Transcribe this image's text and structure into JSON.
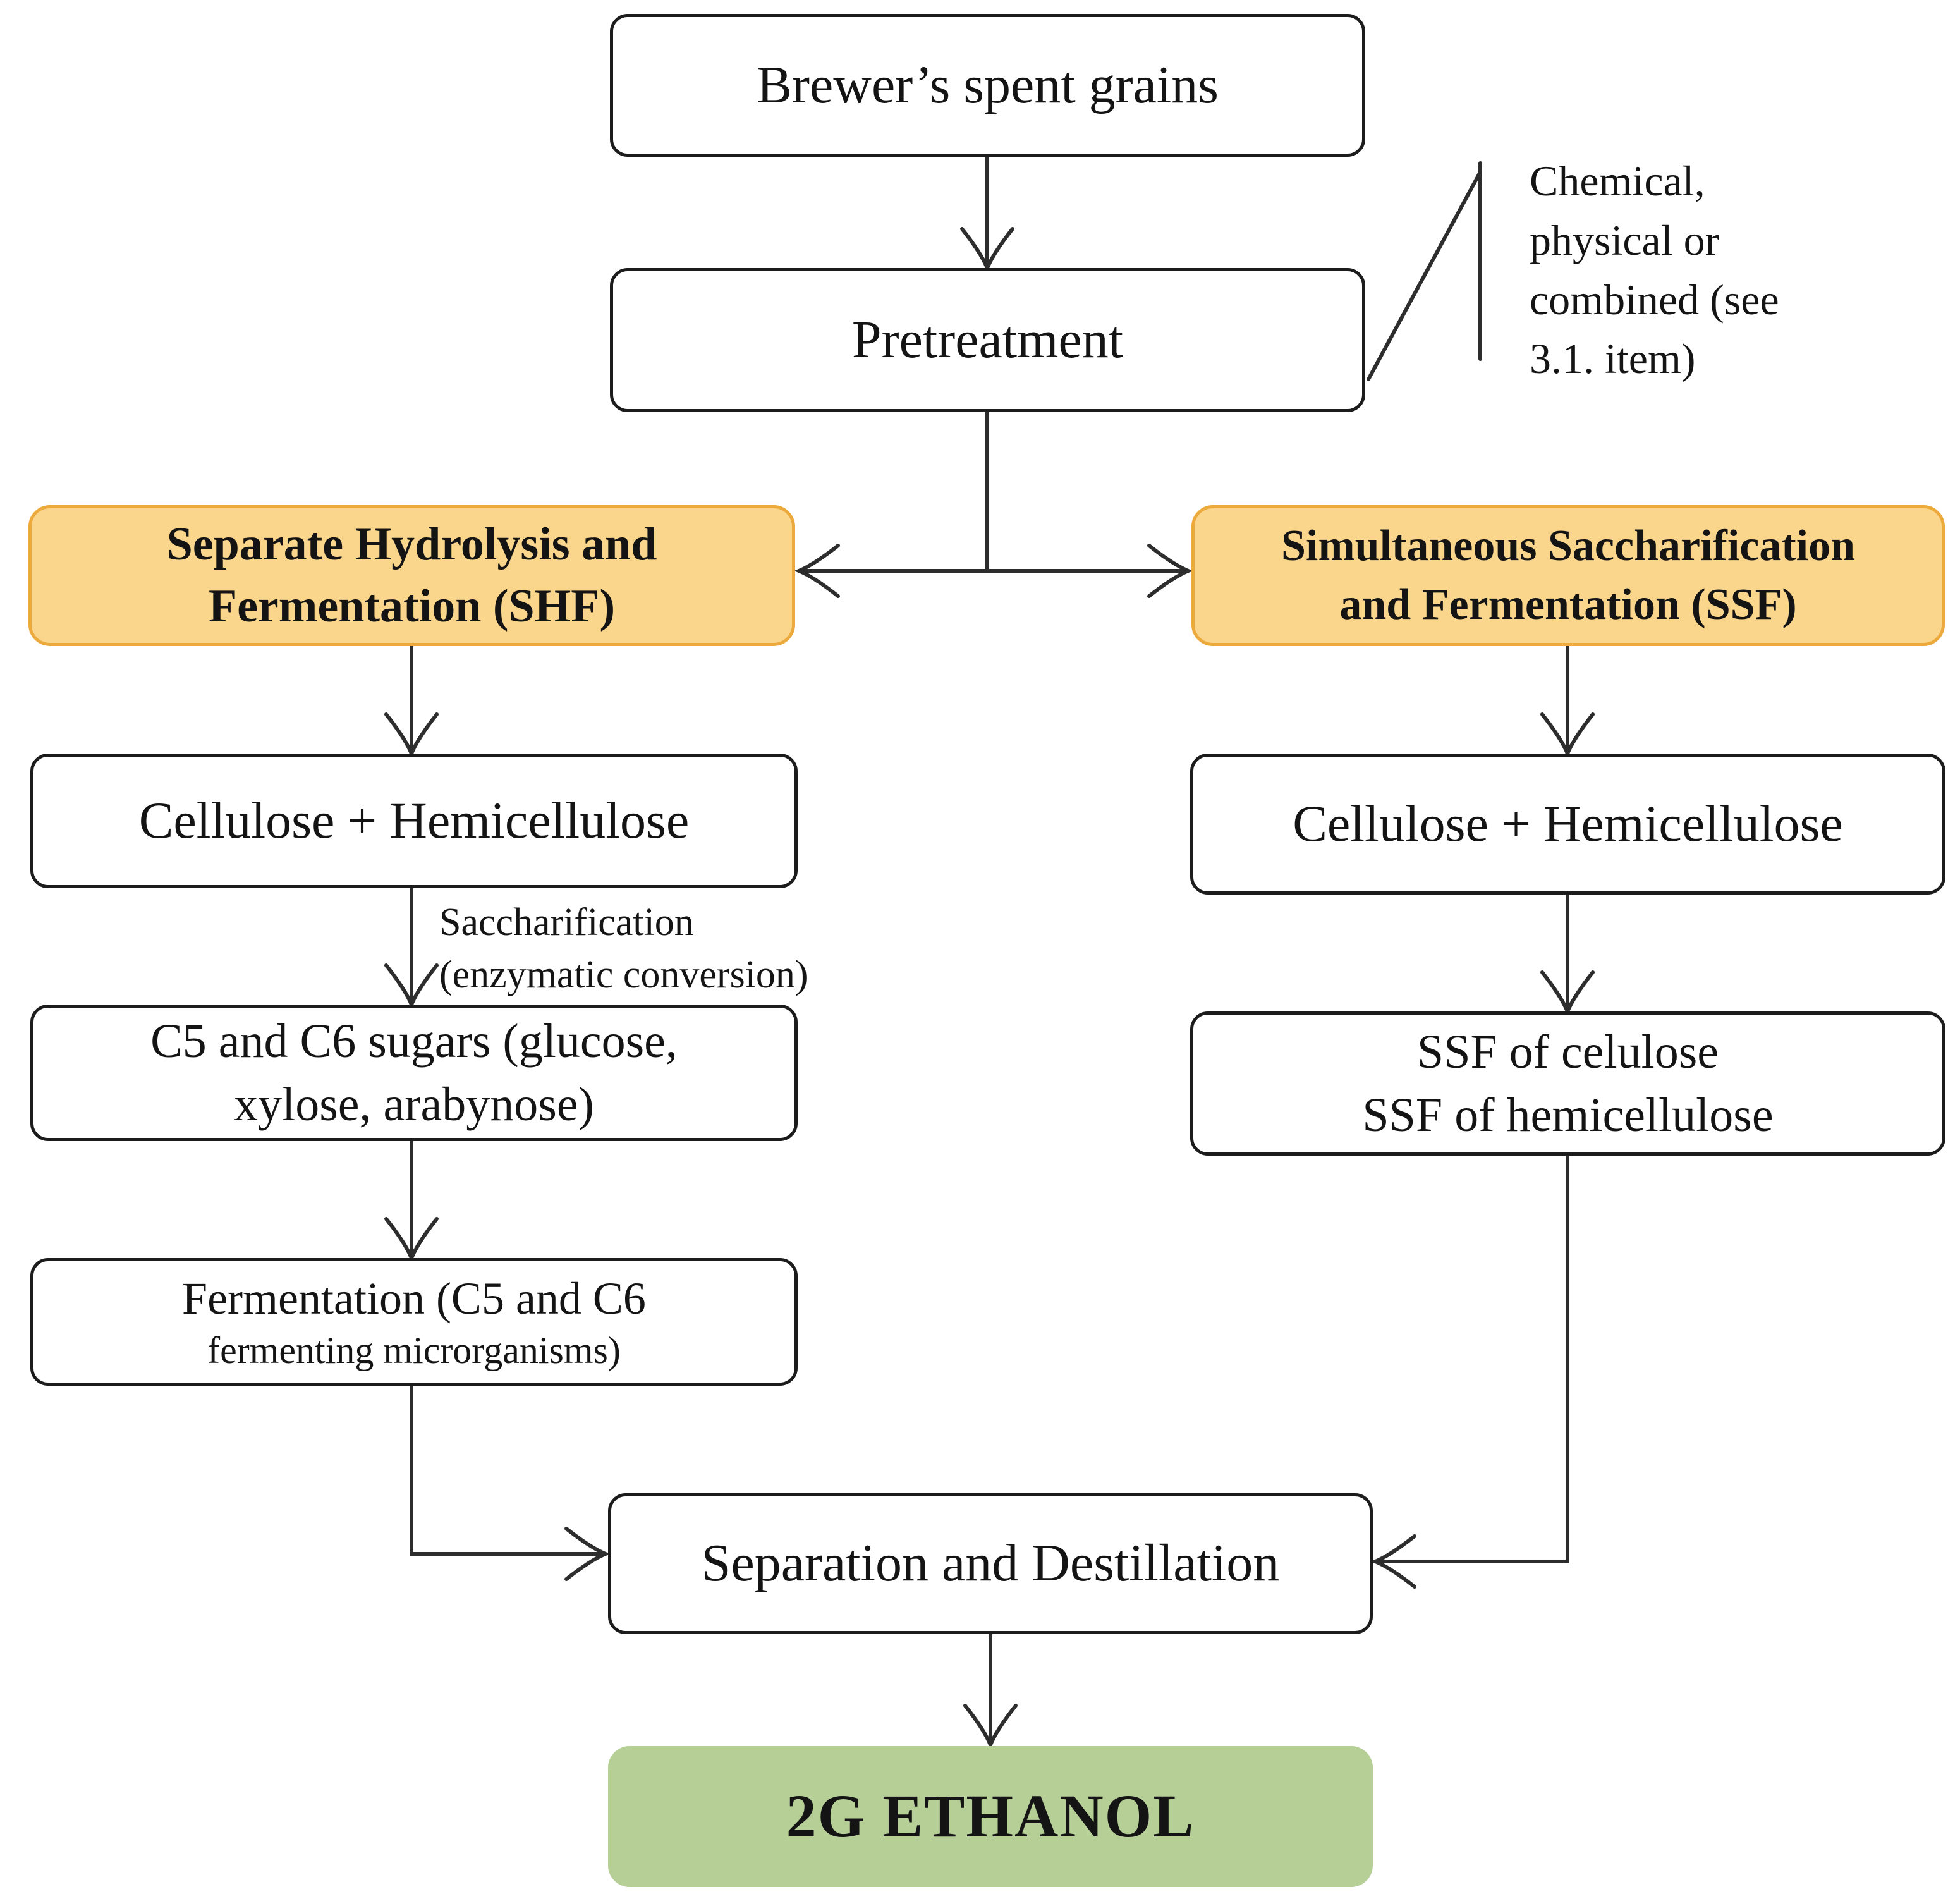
{
  "nodes": {
    "brewers_spent_grains": {
      "label": "Brewer’s spent grains"
    },
    "pretreatment": {
      "label": "Pretreatment"
    },
    "shf": {
      "label": "Separate Hydrolysis  and\nFermentation (SHF)"
    },
    "ssf": {
      "label": "Simultaneous  Saccharification\nand Fermentation (SSF)"
    },
    "cellulose_left": {
      "label": "Cellulose + Hemicellulose"
    },
    "c5_c6_sugars": {
      "label": "C5 and C6 sugars (glucose,\nxylose, arabynose)"
    },
    "fermentation": {
      "line1": "Fermentation (C5 and C6",
      "line2": "fermenting microrganisms)"
    },
    "cellulose_right": {
      "label": "Cellulose + Hemicellulose"
    },
    "ssf_products": {
      "label": "SSF of celulose\nSSF of hemicellulose"
    },
    "separation": {
      "label": "Separation and Destillation"
    },
    "ethanol": {
      "label": "2G ETHANOL"
    }
  },
  "annotations": {
    "pretreatment_note": "Chemical,\nphysical or\ncombined (see\n3.1. item)",
    "saccharification_note": "Saccharification\n(enzymatic conversion)"
  },
  "colors": {
    "highlight_fill": "#FAD58C",
    "highlight_border": "#ECA93C",
    "product_fill": "#B6CF97",
    "box_border": "#1c1c1c",
    "line": "#2d2d2d",
    "text": "#141414"
  }
}
